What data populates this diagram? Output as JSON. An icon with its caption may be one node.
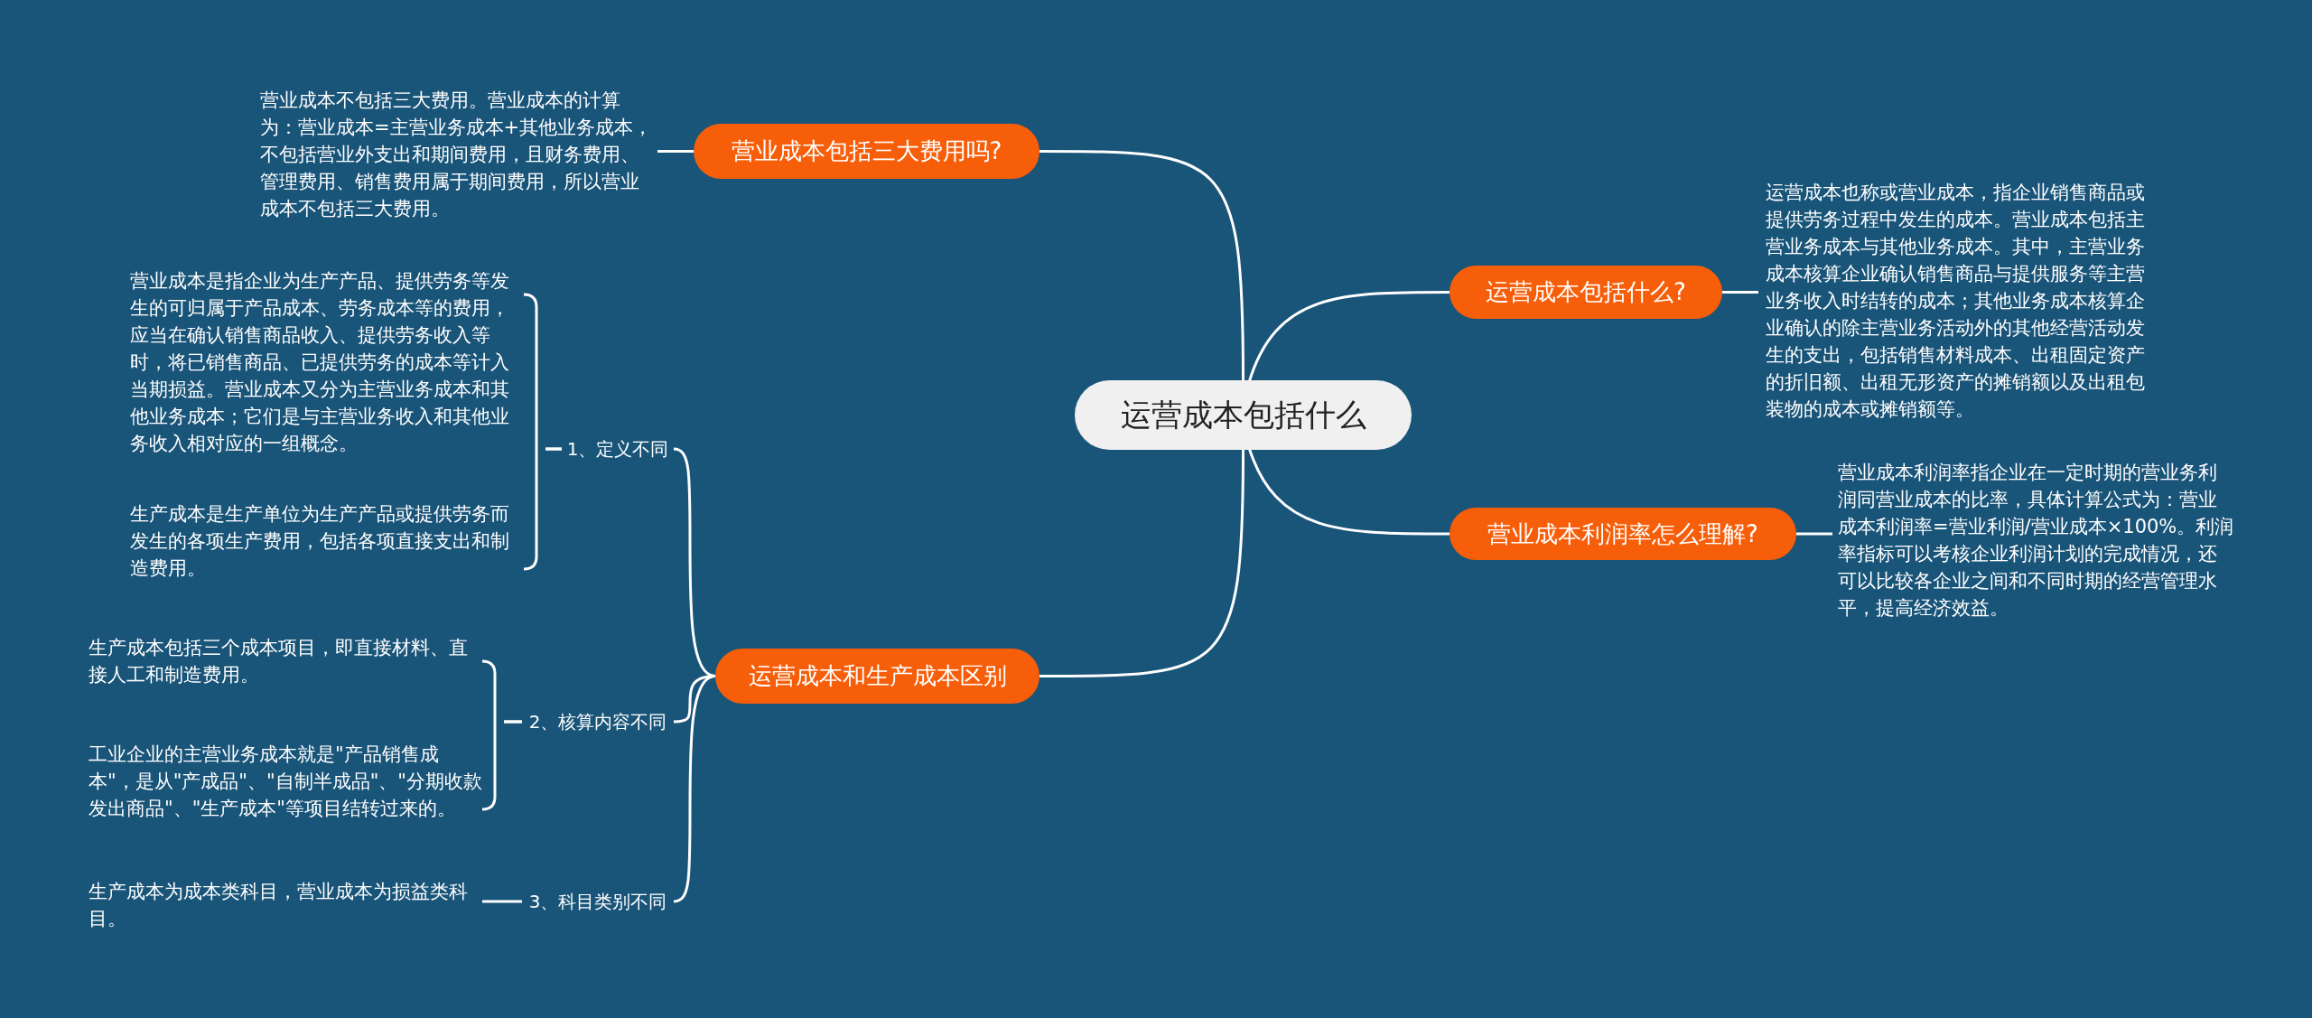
{
  "diagram": {
    "nodes": [
      {
        "text": [
          "运营成本包括什么"
        ]
      },
      {
        "text": [
          "营业成本包括三大费用吗?"
        ]
      },
      {
        "text": [
          "营业成本不包括三大费用。营业成本的计算为：营业成本=主营业务成本+其他业务成本，不包括营业外支出和期间费用，且财务费用、管理费用、销售费用属于期间费用，所以营业成本不包括三大费用。"
        ]
      },
      {
        "text": [
          "运营成本包括什么?"
        ]
      },
      {
        "text": [
          "运营成本也称或营业成本，指企业销售商品或提供劳务过程中发生的成本。营业成本包括主营业务成本与其他业务成本。其中，主营业务成本核算企业确认销售商品与提供服务等主营业务收入时结转的成本；其他业务成本核算企业确认的除主营业务活动外的其他经营活动发生的支出，包括销售材料成本、出租固定资产的折旧额、出租无形资产的摊销额以及出租包装物的成本或摊销额等。"
        ]
      },
      {
        "text": [
          "营业成本利润率怎么理解?"
        ]
      },
      {
        "text": [
          "营业成本利润率指企业在一定时期的营业务利润同营业成本的比率，具体计算公式为：营业成本利润率=营业利润/营业成本×100%。利润率指标可以考核企业利润计划的完成情况，还可以比较各企业之间和不同时期的经营管理水平，提高经济效益。"
        ]
      },
      {
        "text": [
          "运营成本和生产成本区别"
        ]
      },
      {
        "text": [
          "1、定义不同"
        ]
      },
      {
        "text": [
          "营业成本是指企业为生产产品、提供劳务等发生的可归属于产品成本、劳务成本等的费用，应当在确认销售商品收入、提供劳务收入等时，将已销售商品、已提供劳务的成本等计入当期损益。营业成本又分为主营业务成本和其他业务成本；它们是与主营业务收入和其他业务收入相对应的一组概念。"
        ]
      },
      {
        "text": [
          "生产成本是生产单位为生产产品或提供劳务而发生的各项生产费用，包括各项直接支出和制造费用。"
        ]
      },
      {
        "text": [
          "2、核算内容不同"
        ]
      },
      {
        "text": [
          "生产成本包括三个成本项目，即直接材料、直接人工和制造费用。"
        ]
      },
      {
        "text": [
          "工业企业的主营业务成本就是\"产品销售成本\"，是从\"产成品\"、\"自制半成品\"、\"分期收款发出商品\"、\"生产成本\"等项目结转过来的。"
        ]
      },
      {
        "text": [
          "3、科目类别不同"
        ]
      },
      {
        "text": [
          "生产成本为成本类科目，营业成本为损益类科目。"
        ]
      }
    ],
    "edges": [
      {
        "from": 0,
        "to": 1,
        "arrow": "none"
      },
      {
        "from": 0,
        "to": 3,
        "arrow": "none"
      },
      {
        "from": 0,
        "to": 5,
        "arrow": "none"
      },
      {
        "from": 0,
        "to": 7,
        "arrow": "none"
      },
      {
        "from": 1,
        "to": 2,
        "arrow": "none"
      },
      {
        "from": 3,
        "to": 4,
        "arrow": "none"
      },
      {
        "from": 5,
        "to": 6,
        "arrow": "none"
      },
      {
        "from": 7,
        "to": 8,
        "arrow": "none"
      },
      {
        "from": 7,
        "to": 11,
        "arrow": "none"
      },
      {
        "from": 7,
        "to": 14,
        "arrow": "none"
      },
      {
        "from": 8,
        "to": 9,
        "arrow": "none"
      },
      {
        "from": 8,
        "to": 10,
        "arrow": "none"
      },
      {
        "from": 11,
        "to": 12,
        "arrow": "none"
      },
      {
        "from": 11,
        "to": 13,
        "arrow": "none"
      },
      {
        "from": 14,
        "to": 15,
        "arrow": "none"
      }
    ]
  }
}
